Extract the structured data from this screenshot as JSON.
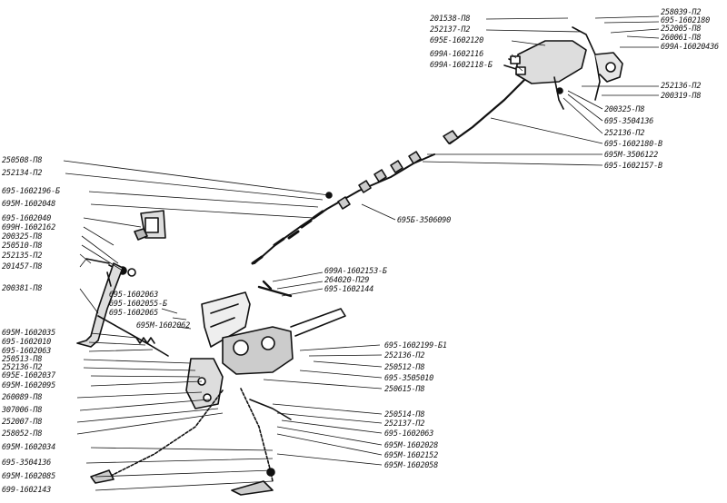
{
  "labels": {
    "left": [
      "250508-П8",
      "252134-П2",
      "695-1602196-Б",
      "695М-1602048",
      "695-1602040",
      "699Н-1602162",
      "200325-П8",
      "250510-П8",
      "252135-П2",
      "201457-П8",
      "200381-П8",
      "695М-1602035",
      "695-1602010",
      "695-1602063",
      "250513-П8",
      "252136-П2",
      "695Е-1602037",
      "695М-1602095",
      "260089-П8",
      "307006-П8",
      "252007-П8",
      "258052-П8",
      "695М-1602034",
      "695-3504136",
      "695М-1602085",
      "699-1602143"
    ],
    "top_left": [
      "201538-П8",
      "252137-П2",
      "695Е-1602120",
      "699А-1602116",
      "699А-1602118-Б"
    ],
    "top_right": [
      "258039-П2",
      "695-1602180",
      "252005-П8",
      "260061-П8",
      "699А-16020436",
      "252136-П2",
      "200319-П8"
    ],
    "middle_right": [
      "200325-П8",
      "695-3504136",
      "252136-П2",
      "695-1602180-В",
      "695М-3506122",
      "695-1602157-В"
    ],
    "center": [
      "695Б-3506090",
      "699А-1602153-Б",
      "264020-П29",
      "695-1602144",
      "695-1602063",
      "695-1602055-Б",
      "695-1602065",
      "695М-1602062"
    ],
    "lower_right": [
      "695-1602199-Б1",
      "252136-П2",
      "250512-П8",
      "695-3505010",
      "250615-П8",
      "250514-П8",
      "252137-П2",
      "695-1602063",
      "695М-1602028",
      "695М-1602152",
      "695М-1602058"
    ]
  }
}
